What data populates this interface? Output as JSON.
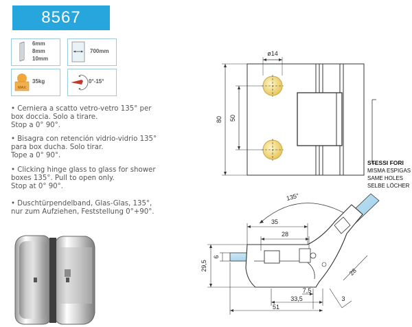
{
  "product": {
    "code": "8567"
  },
  "specs": {
    "glass_thickness": [
      "6mm",
      "8mm",
      "10mm"
    ],
    "max_door_height": "700mm",
    "max_weight": "35kg",
    "max_icon_label": "MAX",
    "opening_angle": "0°-15°"
  },
  "descriptions": [
    {
      "line1": "• Cerniera a scatto vetro-vetro 135° per",
      "line2": "box doccia. Solo a tirare.",
      "line3": "Stop a 0° 90°."
    },
    {
      "line1": "• Bisagra con retención vidrio-vidrio 135°",
      "line2": "para box ducha. Solo tirar.",
      "line3": "Tope a 0° 90°."
    },
    {
      "line1": "• Clicking hinge glass to glass for shower",
      "line2": "boxes 135°. Pull to open only.",
      "line3": "Stop at 0° 90°."
    },
    {
      "line1": "• Duschtürpendelband, Glas-Glas, 135°,",
      "line2": "nur zum Aufziehen, Feststellung 0°+90°.",
      "line3": ""
    }
  ],
  "drawing": {
    "hole_diameter": "ø14",
    "height_total": "80",
    "hole_spacing": "50",
    "note": [
      "STESSI FORI",
      "MISMA ESPIGAS",
      "SAME HOLES",
      "SELBE LÖCHER"
    ],
    "angle": "135°",
    "dims": {
      "d35": "35",
      "d28_top": "28",
      "d29_5": "29,5",
      "d6": "6",
      "d7_5": "7,5",
      "d33_5": "33,5",
      "d51": "51",
      "d28_side": "28",
      "d3": "3"
    }
  }
}
